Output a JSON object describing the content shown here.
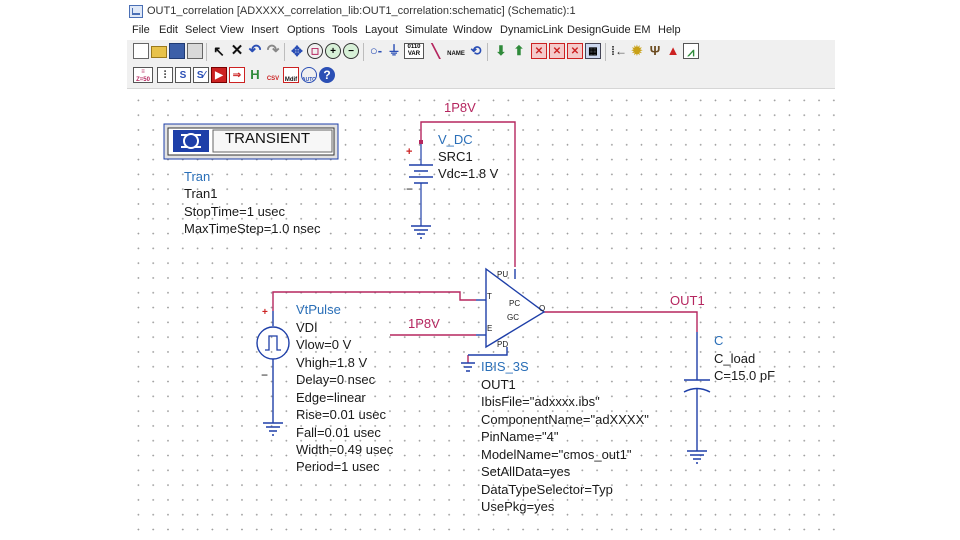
{
  "window": {
    "title": "OUT1_correlation [ADXXXX_correlation_lib:OUT1_correlation:schematic] (Schematic):1"
  },
  "menu": [
    "File",
    "Edit",
    "Select",
    "View",
    "Insert",
    "Options",
    "Tools",
    "Layout",
    "Simulate",
    "Window",
    "DynamicLink",
    "DesignGuide",
    "EM",
    "Help"
  ],
  "toolbar1": {
    "icons": [
      "new-file-icon",
      "open-folder-icon",
      "save-icon",
      "print-icon",
      "select-arrow-icon",
      "delete-x-icon",
      "undo-icon",
      "redo-icon",
      "move-icon",
      "zoom-area-icon",
      "zoom-in-icon",
      "zoom-out-icon",
      "port-icon",
      "ground-icon",
      "var-icon",
      "wire-icon",
      "name-icon",
      "rotate-icon",
      "push-into-icon",
      "pop-out-icon",
      "red-x1-icon",
      "red-x2-icon",
      "red-x3-icon",
      "grid-icon",
      "pins-icon",
      "bulb-icon",
      "tuning-fork-icon",
      "up-arrow-icon",
      "spectrum-icon"
    ],
    "var_label": "VAR",
    "var_sub": "0110",
    "name_label": "NAME"
  },
  "toolbar2": {
    "icons": [
      "z50-icon",
      "s-param-icon",
      "s-component-icon",
      "s-alt-icon",
      "tran-icon",
      "tran-edit-icon",
      "h-icon",
      "csv-icon",
      "mdif-icon",
      "auto-icon",
      "help-icon"
    ],
    "z50_label": "Z=50",
    "h_label": "H",
    "csv_label": "CSV",
    "mdif_label": "Mdif",
    "auto_label": "AUTO",
    "help_label": "?"
  },
  "schematic": {
    "transient": {
      "button_label": "TRANSIENT",
      "type": "Tran",
      "instance": "Tran1",
      "stop_time": "StopTime=1 usec",
      "max_step": "MaxTimeStep=1.0 nsec"
    },
    "vdc": {
      "type": "V_DC",
      "instance": "SRC1",
      "value": "Vdc=1.8 V",
      "plus": "+",
      "minus": "−"
    },
    "net_1p8v_top": "1P8V",
    "net_1p8v_left": "1P8V",
    "net_out1": "OUT1",
    "vtpulse": {
      "type": "VtPulse",
      "instance": "VDI",
      "params": [
        "Vlow=0 V",
        "Vhigh=1.8 V",
        "Delay=0 nsec",
        "Edge=linear",
        "Rise=0.01 usec",
        "Fall=0.01 usec",
        "Width=0.49 usec",
        "Period=1 usec"
      ],
      "plus": "+",
      "minus": "−"
    },
    "ibis": {
      "type": "IBIS_3S",
      "instance": "OUT1",
      "params": [
        "IbisFile=\"adxxxx.ibs\"",
        "ComponentName=\"adXXXX\"",
        "PinName=\"4\"",
        "ModelName=\"cmos_out1\"",
        "SetAllData=yes",
        "DataTypeSelector=Typ",
        "UsePkg=yes"
      ],
      "pins": {
        "pu": "PU",
        "t": "T",
        "pc": "PC",
        "o": "O",
        "gc": "GC",
        "e": "E",
        "pd": "PD"
      }
    },
    "cap": {
      "type": "C",
      "instance": "C_load",
      "value": "C=15.0 pF"
    }
  },
  "colors": {
    "wire": "#b5265f",
    "component": "#1e3fa8",
    "label_blue": "#2a6fb8"
  }
}
